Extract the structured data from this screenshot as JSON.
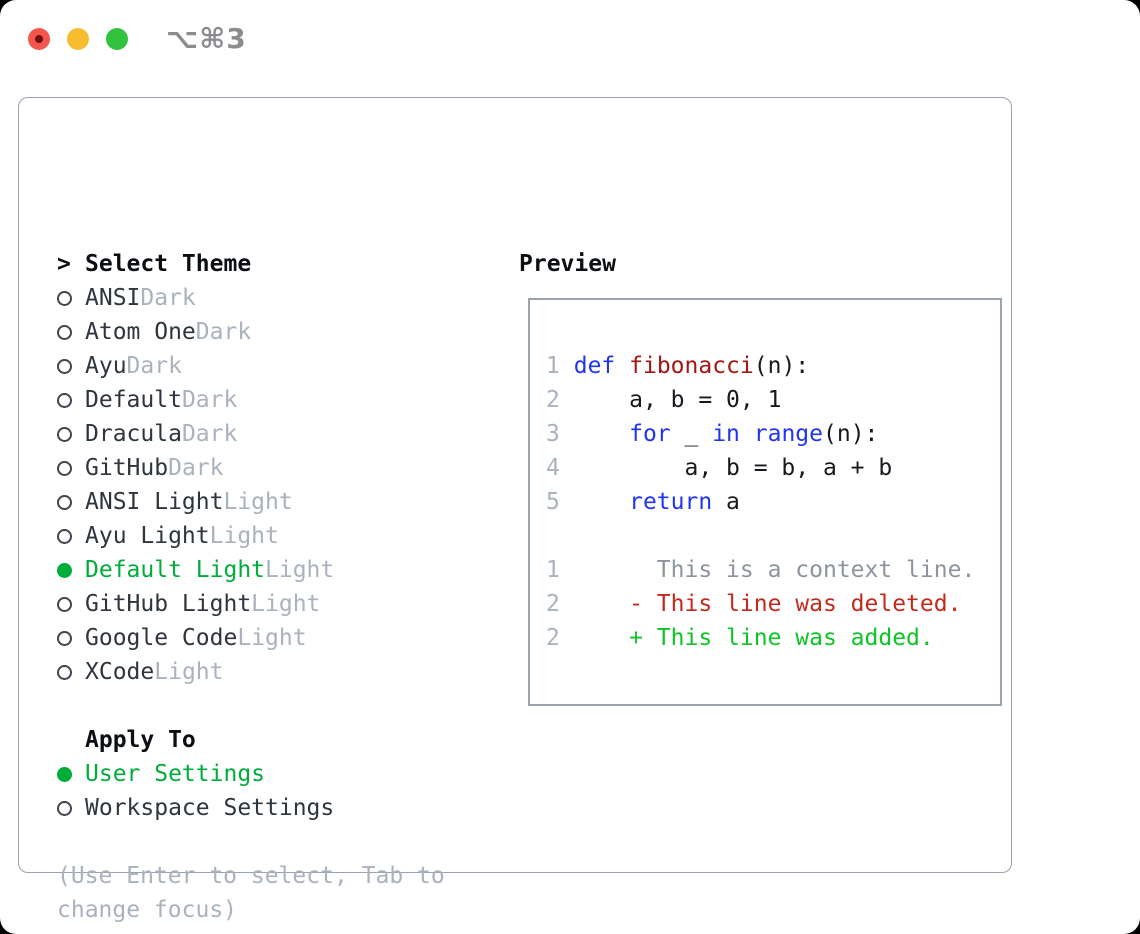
{
  "titlebar": {
    "shortcut": "⌥⌘3",
    "buttons": [
      {
        "name": "close-button"
      },
      {
        "name": "minimize-button"
      },
      {
        "name": "zoom-button"
      }
    ]
  },
  "theme_panel": {
    "header": "Select Theme",
    "header_marker": ">",
    "items": [
      {
        "name": "ANSI",
        "variant": "Dark",
        "selected": false
      },
      {
        "name": "Atom One",
        "variant": "Dark",
        "selected": false
      },
      {
        "name": "Ayu",
        "variant": "Dark",
        "selected": false
      },
      {
        "name": "Default",
        "variant": "Dark",
        "selected": false
      },
      {
        "name": "Dracula",
        "variant": "Dark",
        "selected": false
      },
      {
        "name": "GitHub",
        "variant": "Dark",
        "selected": false
      },
      {
        "name": "ANSI Light",
        "variant": "Light",
        "selected": false
      },
      {
        "name": "Ayu Light",
        "variant": "Light",
        "selected": false
      },
      {
        "name": "Default Light",
        "variant": "Light",
        "selected": true
      },
      {
        "name": "GitHub Light",
        "variant": "Light",
        "selected": false
      },
      {
        "name": "Google Code",
        "variant": "Light",
        "selected": false
      },
      {
        "name": "XCode",
        "variant": "Light",
        "selected": false
      }
    ]
  },
  "apply_panel": {
    "header": "Apply To",
    "options": [
      {
        "label": "User Settings",
        "selected": true
      },
      {
        "label": "Workspace Settings",
        "selected": false
      }
    ]
  },
  "help_text": "(Use Enter to select, Tab to change focus)",
  "preview_panel": {
    "header": "Preview",
    "code_lines": [
      {
        "num": "1",
        "segments": [
          [
            "kw",
            "def"
          ],
          [
            "pl",
            " "
          ],
          [
            "fn",
            "fibonacci"
          ],
          [
            "pl",
            "(n):"
          ]
        ]
      },
      {
        "num": "2",
        "segments": [
          [
            "pl",
            "    a, b = 0, 1"
          ]
        ]
      },
      {
        "num": "3",
        "segments": [
          [
            "pl",
            "    "
          ],
          [
            "kw",
            "for"
          ],
          [
            "pl",
            " _ "
          ],
          [
            "kw",
            "in"
          ],
          [
            "pl",
            " "
          ],
          [
            "kw",
            "range"
          ],
          [
            "pl",
            "(n):"
          ]
        ]
      },
      {
        "num": "4",
        "segments": [
          [
            "pl",
            "        a, b = b, a + b"
          ]
        ]
      },
      {
        "num": "5",
        "segments": [
          [
            "pl",
            "    "
          ],
          [
            "kw",
            "return"
          ],
          [
            "pl",
            " a"
          ]
        ]
      }
    ],
    "diff_lines": [
      {
        "num": "1",
        "marker": " ",
        "text": "This is a context line.",
        "kind": "context"
      },
      {
        "num": "2",
        "marker": "-",
        "text": "This line was deleted.",
        "kind": "deleted"
      },
      {
        "num": "2",
        "marker": "+",
        "text": "This line was added.",
        "kind": "added"
      }
    ]
  },
  "colors": {
    "accent_green": "#00ad3b",
    "keyword_blue": "#2135f0",
    "function_red": "#a31616",
    "diff_red": "#c32a1c",
    "diff_green": "#0fc427",
    "muted_gray": "#a9b2bd",
    "border_gray": "#9aa3ae",
    "traffic_red": "#f4554d",
    "traffic_yellow": "#f6bd31",
    "traffic_green": "#32c33e"
  }
}
